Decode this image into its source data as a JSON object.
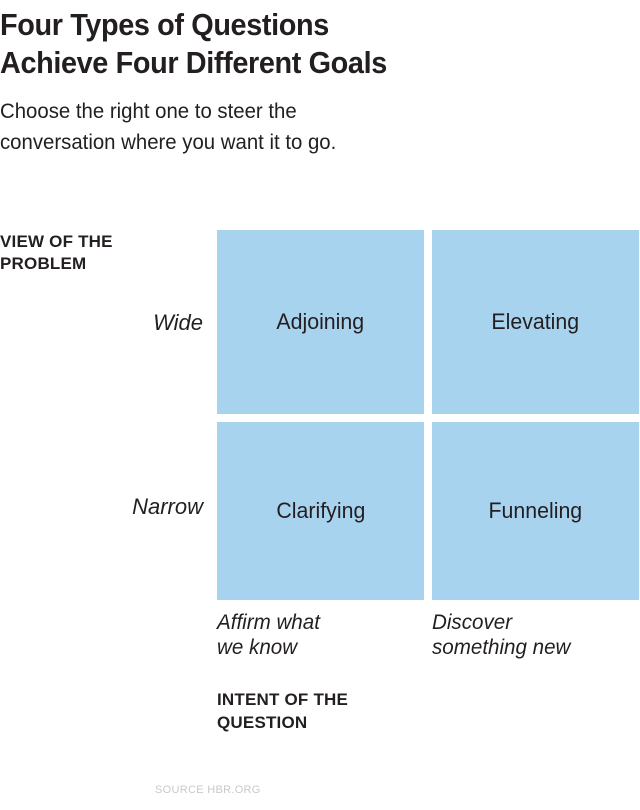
{
  "header": {
    "title": "Four Types of Questions\nAchieve Four Different Goals",
    "subtitle": "Choose the right one to steer the\nconversation where you want it to go."
  },
  "colors": {
    "quadrant_fill": "#a8d3ef",
    "text": "#231f20",
    "background": "#ffffff",
    "credit_text": "#c9c9c9"
  },
  "chart_data": {
    "type": "table",
    "title": "Four Types of Questions Achieve Four Different Goals",
    "subtitle": "Choose the right one to steer the conversation where you want it to go.",
    "ylabel": "VIEW OF THE\nPROBLEM",
    "xlabel": "INTENT OF THE\nQUESTION",
    "row_labels": [
      "Wide",
      "Narrow"
    ],
    "column_labels": [
      "Affirm what\nwe know",
      "Discover\nsomething new"
    ],
    "cells": [
      [
        "Adjoining",
        "Elevating"
      ],
      [
        "Clarifying",
        "Funneling"
      ]
    ],
    "grid": false,
    "legend": "none"
  },
  "matrix": {
    "y_axis": {
      "title": "VIEW OF THE\nPROBLEM",
      "ticks": [
        {
          "label": "Wide"
        },
        {
          "label": "Narrow"
        }
      ]
    },
    "x_axis": {
      "title": "INTENT OF THE\nQUESTION",
      "ticks": [
        {
          "label": "Affirm what\nwe know"
        },
        {
          "label": "Discover\nsomething new"
        }
      ]
    },
    "quadrants": [
      {
        "label": "Adjoining",
        "row": "Wide",
        "column": "Affirm what we know"
      },
      {
        "label": "Elevating",
        "row": "Wide",
        "column": "Discover something new"
      },
      {
        "label": "Clarifying",
        "row": "Narrow",
        "column": "Affirm what we know"
      },
      {
        "label": "Funneling",
        "row": "Narrow",
        "column": "Discover something new"
      }
    ]
  },
  "footer": {
    "credit": "SOURCE  HBR.ORG"
  }
}
